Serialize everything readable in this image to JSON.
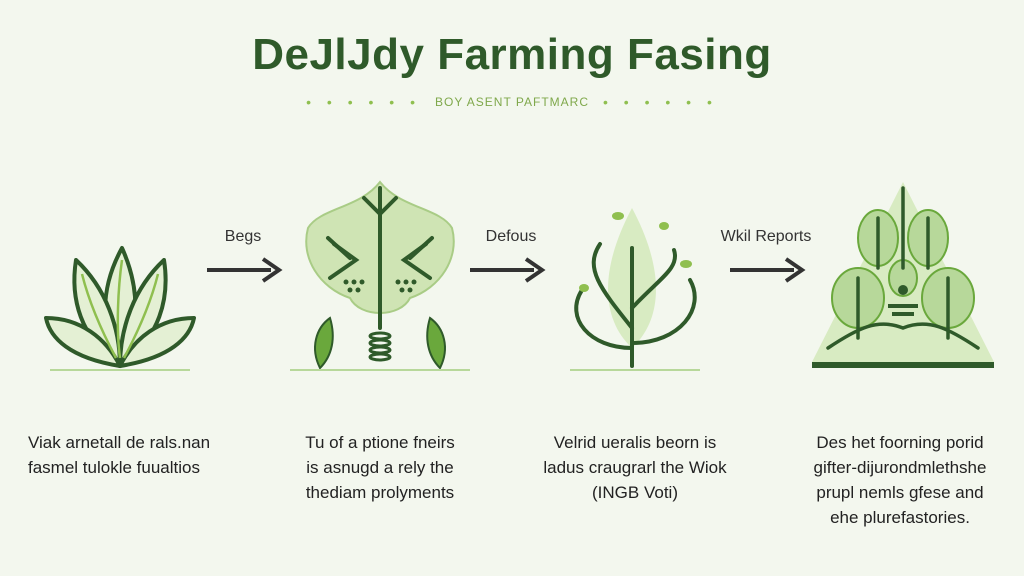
{
  "title": "DeJlJdy Farming Fasing",
  "subtitle": "BOY ASENT PAFTMARC",
  "colors": {
    "dark_green": "#2f5a2a",
    "light_green": "#8fbf4f",
    "pale_green": "#cfe4b4",
    "background": "#f3f7ee",
    "arrow": "#333333"
  },
  "arrows": [
    {
      "label": "Begs",
      "icon": "arrow-right-icon"
    },
    {
      "label": "Defous",
      "icon": "arrow-right-icon"
    },
    {
      "label": "Wkil Reports",
      "icon": "arrow-right-icon"
    }
  ],
  "stages": [
    {
      "icon": "leaf-cluster-icon",
      "lines": [
        "Viak arnetall de rals.nan",
        "fasmel tulokle fuualtios"
      ]
    },
    {
      "icon": "plant-spine-icon",
      "lines": [
        "Tu of a ptione fneirs",
        "is asnugd a rely the",
        "thediam prolyments"
      ]
    },
    {
      "icon": "sapling-tree-icon",
      "lines": [
        "Velrid ueralis beorn is",
        "ladus craugrarl the Wiok",
        "(INGB Voti)"
      ]
    },
    {
      "icon": "forest-pyramid-icon",
      "lines": [
        "Des het foorning porid",
        "gifter-dijurondmlethshe",
        "prupl nemls gfese and",
        "ehe plurefastories."
      ]
    }
  ]
}
